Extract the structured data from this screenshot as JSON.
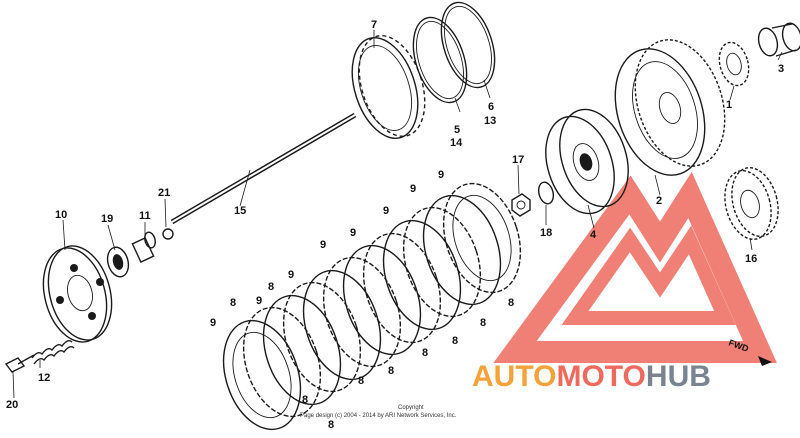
{
  "diagram": {
    "labels": {
      "p1": "1",
      "p2": "2",
      "p3": "3",
      "p4": "4",
      "p5": "5",
      "p6": "6",
      "p7": "7",
      "p10": "10",
      "p11": "11",
      "p12": "12",
      "p13": "13",
      "p14": "14",
      "p15": "15",
      "p16": "16",
      "p17": "17",
      "p18": "18",
      "p19": "19",
      "p20": "20",
      "p21": "21",
      "plate8": "8",
      "disc9": "9"
    },
    "fwd": "FWD",
    "copyright_line1": "Copyright",
    "copyright_line2": "Page design (c) 2004 - 2014 by ARI Network Services, Inc."
  },
  "watermark": {
    "part1": "AUTO",
    "part2": "MOTO",
    "part3": "HUB",
    "colors": {
      "auto": "#f5a23b",
      "moto": "#ee6a5e",
      "hub": "#7a8390",
      "logo": "#ee6a5e"
    }
  }
}
